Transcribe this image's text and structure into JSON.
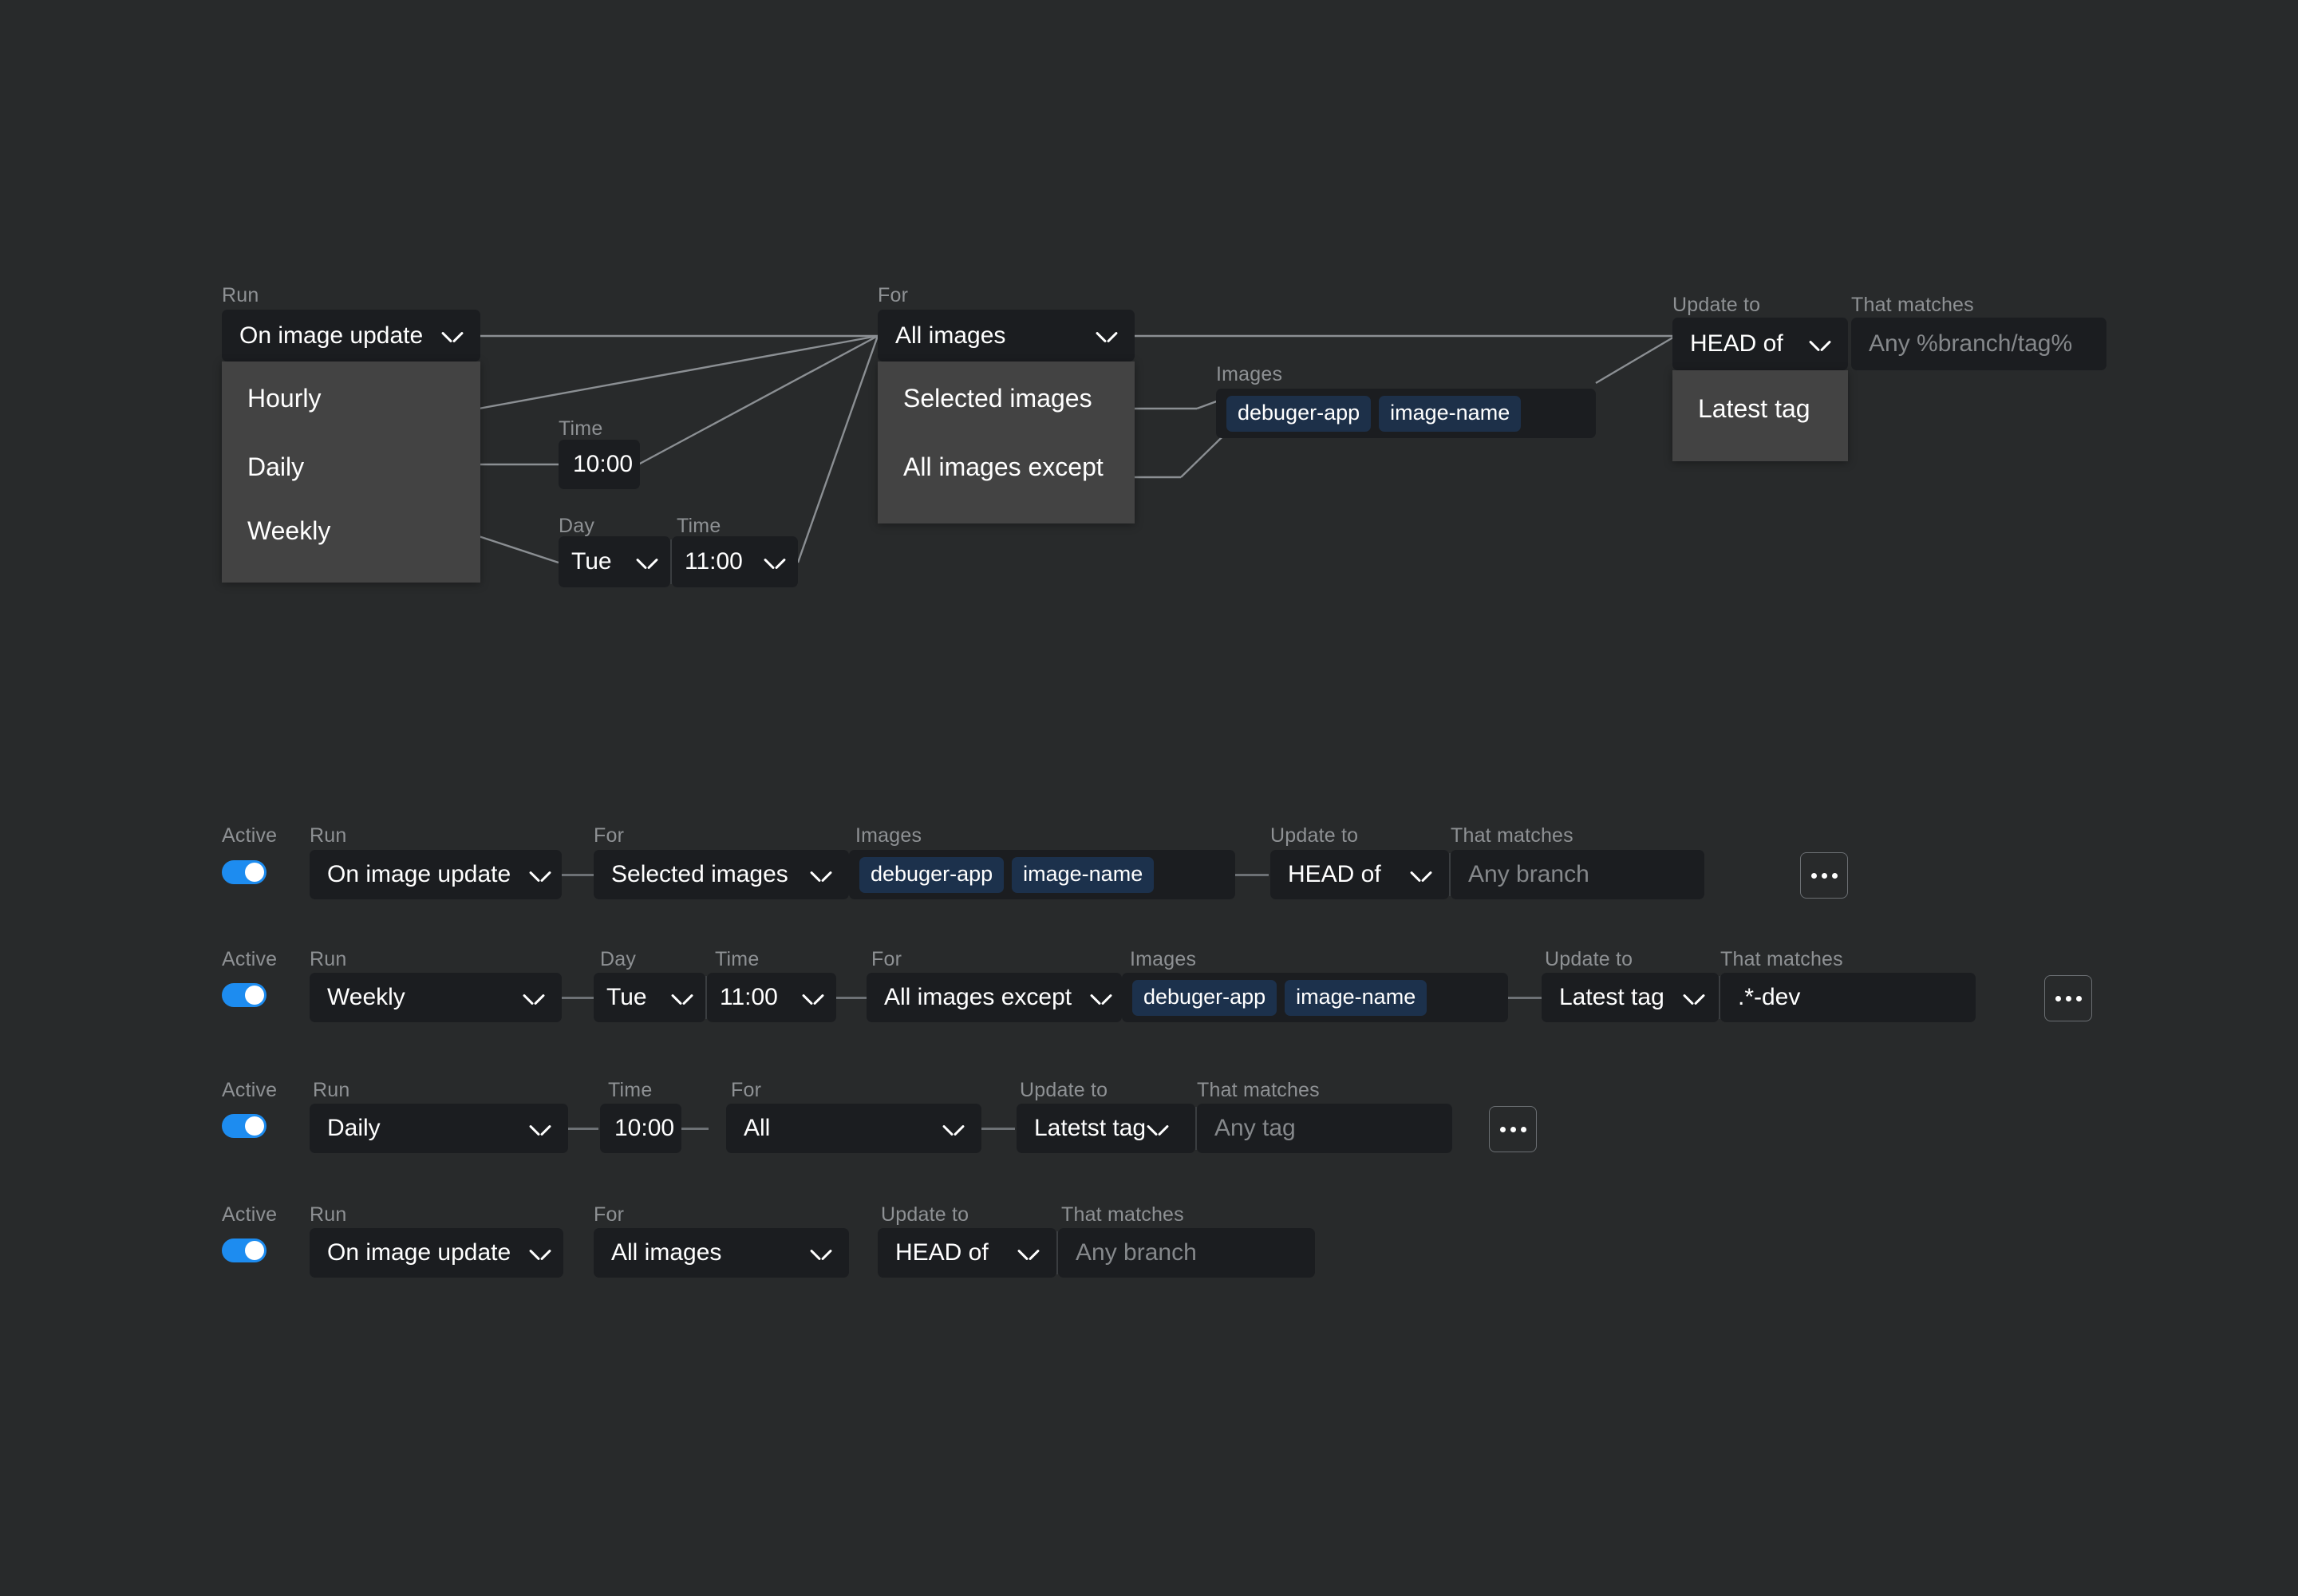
{
  "theme": {
    "page_bg": "#282a2b",
    "field_bg": "#1b1d20",
    "menu_bg": "#434343",
    "chip_bg": "#1d3049",
    "label_color": "#8e9194",
    "accent_toggle": "#1d8cf0",
    "wire_color": "#8b8f93"
  },
  "diagram": {
    "run": {
      "label": "Run",
      "value": "On image update",
      "options": [
        "Hourly",
        "Daily",
        "Weekly"
      ]
    },
    "hourly_time": {
      "label": "Time",
      "value": "10:00"
    },
    "weekly_day": {
      "label": "Day",
      "value": "Tue"
    },
    "weekly_time": {
      "label": "Time",
      "value": "11:00"
    },
    "for": {
      "label": "For",
      "value": "All images",
      "options": [
        "Selected images",
        "All images except"
      ]
    },
    "images": {
      "label": "Images",
      "chips": [
        "debuger-app",
        "image-name"
      ]
    },
    "update_to": {
      "label": "Update to",
      "value": "HEAD of",
      "options": [
        "Latest tag"
      ]
    },
    "that_matches": {
      "label": "That matches",
      "placeholder": "Any %branch/tag%",
      "value": ""
    }
  },
  "rows": [
    {
      "active_label": "Active",
      "active": true,
      "run": {
        "label": "Run",
        "value": "On image update"
      },
      "for": {
        "label": "For",
        "value": "Selected images"
      },
      "images": {
        "label": "Images",
        "chips": [
          "debuger-app",
          "image-name"
        ]
      },
      "update_to": {
        "label": "Update to",
        "value": "HEAD of"
      },
      "that_matches": {
        "label": "That matches",
        "placeholder": "Any branch",
        "value": ""
      },
      "more": "..."
    },
    {
      "active_label": "Active",
      "active": true,
      "run": {
        "label": "Run",
        "value": "Weekly"
      },
      "day": {
        "label": "Day",
        "value": "Tue"
      },
      "time": {
        "label": "Time",
        "value": "11:00"
      },
      "for": {
        "label": "For",
        "value": "All images except"
      },
      "images": {
        "label": "Images",
        "chips": [
          "debuger-app",
          "image-name"
        ]
      },
      "update_to": {
        "label": "Update to",
        "value": "Latest tag"
      },
      "that_matches": {
        "label": "That matches",
        "placeholder": "",
        "value": ".*-dev"
      },
      "more": "..."
    },
    {
      "active_label": "Active",
      "active": true,
      "run": {
        "label": "Run",
        "value": "Daily"
      },
      "time": {
        "label": "Time",
        "value": "10:00"
      },
      "for": {
        "label": "For",
        "value": "All"
      },
      "update_to": {
        "label": "Update to",
        "value": "Latetst tag"
      },
      "that_matches": {
        "label": "That matches",
        "placeholder": "Any tag",
        "value": ""
      },
      "more": "..."
    },
    {
      "active_label": "Active",
      "active": true,
      "run": {
        "label": "Run",
        "value": "On image update"
      },
      "for": {
        "label": "For",
        "value": "All images"
      },
      "update_to": {
        "label": "Update to",
        "value": "HEAD of"
      },
      "that_matches": {
        "label": "That matches",
        "placeholder": "Any branch",
        "value": ""
      }
    }
  ]
}
